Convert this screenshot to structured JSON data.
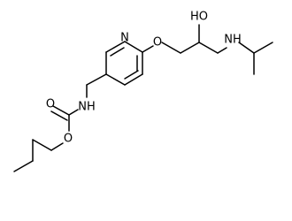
{
  "molecule": {
    "atoms": [
      {
        "id": "a_N_pyridine",
        "label": "N"
      },
      {
        "id": "a_O_ether",
        "label": "O"
      },
      {
        "id": "a_OH",
        "label": "HO"
      },
      {
        "id": "a_NH_amine",
        "label": "NH"
      },
      {
        "id": "a_NH_carbamate",
        "label": "NH"
      },
      {
        "id": "a_O_carbonyl",
        "label": "O"
      },
      {
        "id": "a_O_ester",
        "label": "O"
      }
    ]
  },
  "colors": {
    "bond": "#000000",
    "text": "#000000",
    "background": "#ffffff"
  }
}
